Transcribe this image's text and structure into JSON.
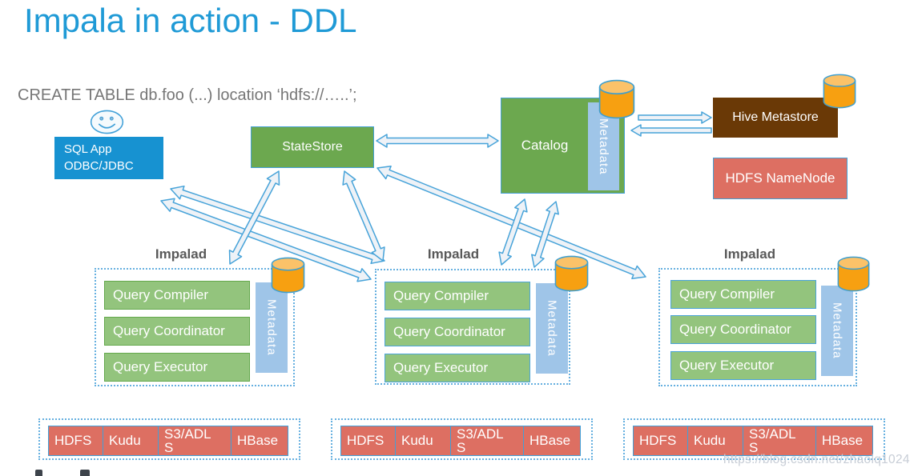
{
  "slide": {
    "title": "Impala in action - DDL",
    "statement": "CREATE TABLE db.foo (...) location ‘hdfs://…..’;",
    "watermark": "https://blog.csdn.net/zhaolq1024"
  },
  "nodes": {
    "sql_app": {
      "line1": "SQL App",
      "line2": "ODBC/JDBC"
    },
    "statestore": {
      "label": "StateStore"
    },
    "catalog": {
      "label": "Catalog",
      "metadata_label": "Metadata"
    },
    "hive_metastore": {
      "label": "Hive Metastore"
    },
    "hdfs_namenode": {
      "label": "HDFS NameNode"
    }
  },
  "impalad_groups": [
    {
      "label": "Impalad",
      "components": [
        "Query Compiler",
        "Query Coordinator",
        "Query Executor"
      ],
      "metadata_label": "Metadata"
    },
    {
      "label": "Impalad",
      "components": [
        "Query Compiler",
        "Query Coordinator",
        "Query Executor"
      ],
      "metadata_label": "Metadata"
    },
    {
      "label": "Impalad",
      "components": [
        "Query Compiler",
        "Query Coordinator",
        "Query Executor"
      ],
      "metadata_label": "Metadata"
    }
  ],
  "storage_groups": [
    {
      "systems": [
        "HDFS",
        "Kudu",
        "S3/ADLS",
        "HBase"
      ]
    },
    {
      "systems": [
        "HDFS",
        "Kudu",
        "S3/ADLS",
        "HBase"
      ]
    },
    {
      "systems": [
        "HDFS",
        "Kudu",
        "S3/ADLS",
        "HBase"
      ]
    }
  ],
  "icons": {
    "smiley": "user-smiley-icon",
    "database": "database-cylinder-icon"
  },
  "connections": [
    {
      "id": "statestore-catalog",
      "from": "StateStore",
      "to": "Catalog",
      "bidirectional": true
    },
    {
      "id": "catalog-to-hive",
      "from": "Catalog",
      "to": "Hive Metastore",
      "bidirectional": false
    },
    {
      "id": "hive-to-catalog",
      "from": "Hive Metastore",
      "to": "Catalog",
      "bidirectional": false
    },
    {
      "id": "sqlapp-impalad2-upper",
      "from": "SQL App",
      "to": "Impalad 2",
      "bidirectional": true
    },
    {
      "id": "sqlapp-impalad2-lower",
      "from": "SQL App",
      "to": "Impalad 2",
      "bidirectional": true
    },
    {
      "id": "impalad1-statestore",
      "from": "Impalad 1",
      "to": "StateStore",
      "bidirectional": true
    },
    {
      "id": "impalad2-statestore",
      "from": "Impalad 2",
      "to": "StateStore",
      "bidirectional": true
    },
    {
      "id": "statestore-impalad3",
      "from": "StateStore",
      "to": "Impalad 3",
      "bidirectional": true
    },
    {
      "id": "catalog-impalad2-left",
      "from": "Catalog",
      "to": "Impalad 2",
      "bidirectional": true
    },
    {
      "id": "catalog-impalad2-right",
      "from": "Catalog",
      "to": "Impalad 2",
      "bidirectional": true
    }
  ],
  "colors": {
    "title_blue": "#1f9ad6",
    "app_blue": "#1792d1",
    "green": "#6ca84f",
    "light_green": "#93c47d",
    "metadata_blue": "#9fc5e8",
    "brown": "#6a3906",
    "salmon": "#dd6f62",
    "cylinder_orange": "#f7a011",
    "arrow_stroke": "#47a3d9",
    "arrow_fill": "#eef2f7",
    "dotted_border": "#66b0e0",
    "impalad_label_gray": "#595959"
  }
}
